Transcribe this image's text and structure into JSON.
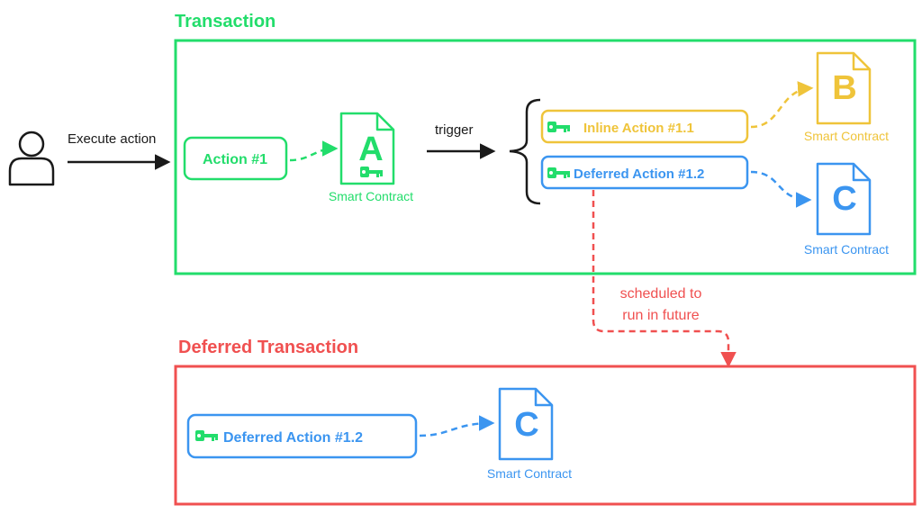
{
  "colors": {
    "green": "#22dd6b",
    "red": "#f05050",
    "yellow": "#efc43a",
    "blue": "#3b95f0",
    "black": "#1a1a1a"
  },
  "transaction": {
    "title": "Transaction"
  },
  "deferred_transaction": {
    "title": "Deferred Transaction"
  },
  "user": {
    "icon": "user-icon",
    "arrow_label": "Execute action"
  },
  "action1": {
    "label": "Action #1"
  },
  "contract_a": {
    "letter": "A",
    "label": "Smart Contract",
    "icon": "document-icon",
    "key_icon": "key-icon"
  },
  "trigger": {
    "label": "trigger"
  },
  "inline_action": {
    "label": "Inline Action #1.1",
    "key_icon": "key-icon"
  },
  "deferred_action": {
    "label": "Deferred Action #1.2",
    "key_icon": "key-icon"
  },
  "contract_b": {
    "letter": "B",
    "label": "Smart Contract",
    "icon": "document-icon"
  },
  "contract_c": {
    "letter": "C",
    "label": "Smart Contract",
    "icon": "document-icon"
  },
  "scheduled_note": {
    "line1": "scheduled to",
    "line2": "run in future"
  },
  "deferred_box": {
    "label": "Deferred Action #1.2",
    "key_icon": "key-icon"
  },
  "contract_c2": {
    "letter": "C",
    "label": "Smart Contract",
    "icon": "document-icon"
  }
}
